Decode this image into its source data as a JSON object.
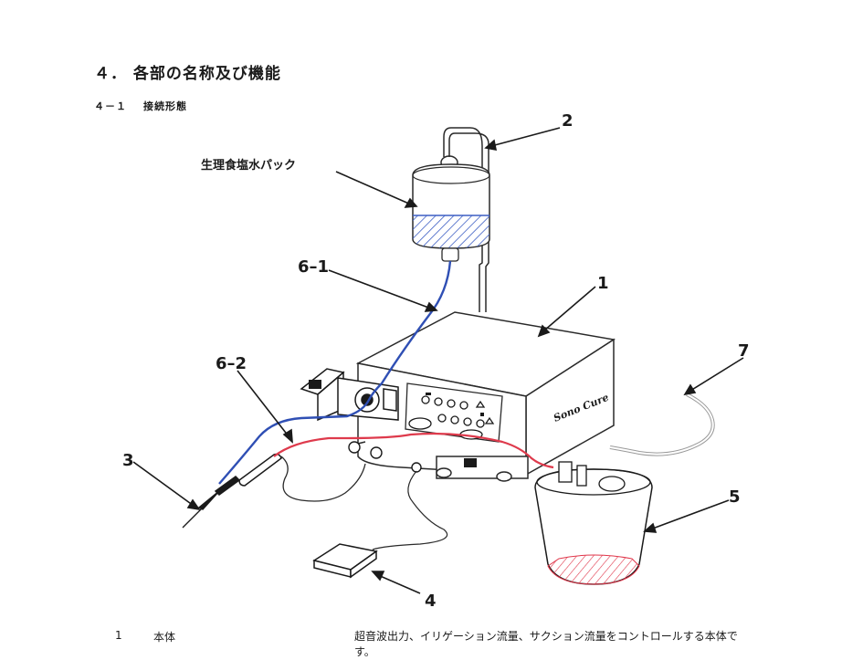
{
  "document": {
    "section_title": "４． 各部の名称及び機能",
    "sub_number": "４－１",
    "sub_title": "接続形態"
  },
  "figure": {
    "callouts": {
      "c1": "1",
      "c2": "2",
      "c3": "3",
      "c4": "4",
      "c5": "5",
      "c61": "6–1",
      "c62": "6–2",
      "c7": "7"
    },
    "saline_label": "生理食塩水パック",
    "brand": "Sono Cure"
  },
  "legend": [
    {
      "num": "1",
      "name": "本体",
      "desc": "超音波出力、イリゲーション流量、サクション流量をコントロールする本体です。"
    }
  ]
}
